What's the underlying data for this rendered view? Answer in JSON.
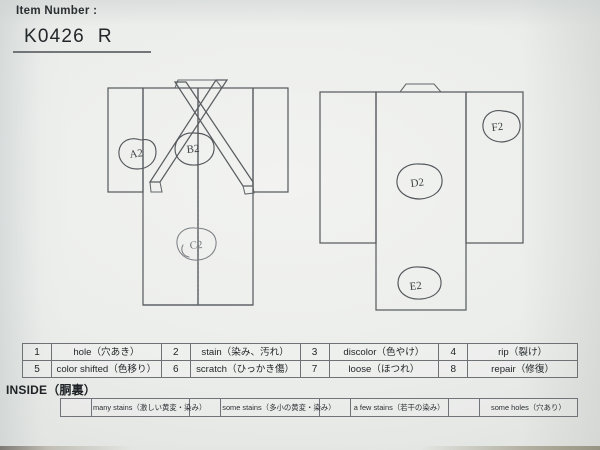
{
  "header": {
    "item_number_label": "Item Number :",
    "item_number_value": "K0426  R"
  },
  "diagrams": {
    "front": {
      "name": "kimono-front-view",
      "marks": [
        {
          "id": "A2",
          "label": "A2"
        },
        {
          "id": "B2",
          "label": "B2"
        },
        {
          "id": "C2",
          "label": "C2"
        }
      ]
    },
    "back": {
      "name": "kimono-back-view",
      "marks": [
        {
          "id": "D2",
          "label": "D2"
        },
        {
          "id": "E2",
          "label": "E2"
        },
        {
          "id": "F2",
          "label": "F2"
        }
      ]
    }
  },
  "legend": {
    "rows": [
      [
        {
          "num": "1",
          "text": "hole（穴あき）"
        },
        {
          "num": "2",
          "text": "stain（染み、汚れ）"
        },
        {
          "num": "3",
          "text": "discolor（色やけ）"
        },
        {
          "num": "4",
          "text": "rip（裂け）"
        }
      ],
      [
        {
          "num": "5",
          "text": "color shifted（色移り）"
        },
        {
          "num": "6",
          "text": "scratch（ひっかき傷）"
        },
        {
          "num": "7",
          "text": "loose（ほつれ）"
        },
        {
          "num": "8",
          "text": "repair（修復）"
        }
      ]
    ]
  },
  "inside": {
    "label": "INSIDE（胴裏）",
    "cells": [
      "many stains（激しい黄変・染み）",
      "some stains（多小の黄変・染み）",
      "a few stains（若干の染み）",
      "some holes（穴あり）"
    ]
  },
  "colors": {
    "paper": "#eceeec",
    "ink": "#4c5052",
    "pencil": "#6a6e72",
    "text": "#23272a"
  }
}
